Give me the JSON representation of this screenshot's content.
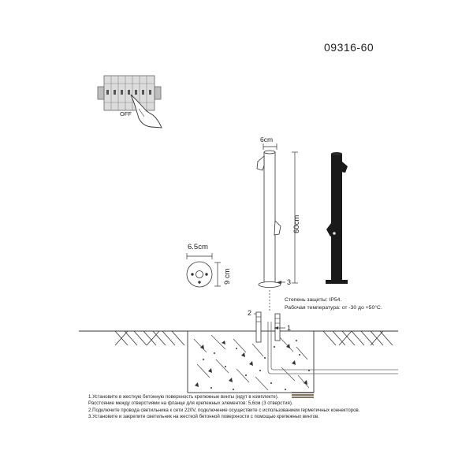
{
  "model_code": "09316-60",
  "breaker": {
    "off_label": "OFF"
  },
  "dimensions": {
    "top_width": "6cm",
    "height": "60cm",
    "base_diameter": "6.5cm",
    "base_height": "9 cm"
  },
  "callouts": {
    "screw": "3",
    "connector": "2",
    "cable": "1"
  },
  "specs": {
    "protection": "Степень защиты: IP54.",
    "temperature": "Рабочая температура: от -30 до +50°C."
  },
  "instructions": [
    "1.Установите в жесткую бетонную поверхность крепежные винты (идут в комплекте).",
    "Расстояние между отверстиями на фланце для крепежных элементов: 5,6см (3 отверстия).",
    "2.Подключите провода светильника к сети 220V, подключение осуществите с использованием герметичных коннекторов.",
    "3.Установите и закрепите светильник на жесткой бетонной поверхности с помощью крепежных винтов."
  ],
  "colors": {
    "line": "#333333",
    "lamp_body": "#1a1a1a",
    "panel": "#d8d8d8"
  }
}
